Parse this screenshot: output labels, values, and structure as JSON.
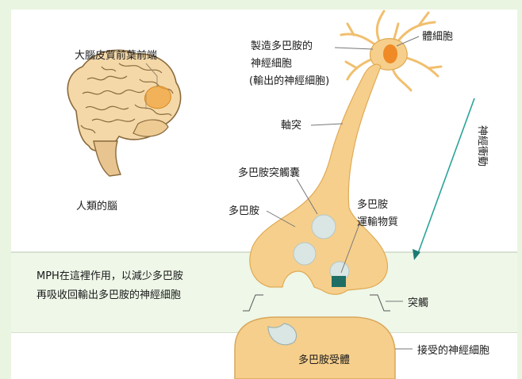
{
  "labels": {
    "prefrontal_cortex": "大腦皮質前葉前端",
    "human_brain": "人類的腦",
    "dopamine_neuron_line1": "製造多巴胺的",
    "dopamine_neuron_line2": "神經細胞",
    "dopamine_neuron_line3": "(輸出的神經細胞)",
    "cell_body": "體細胞",
    "axon": "軸突",
    "nerve_impulse": "神經衝動",
    "dopamine_vesicle": "多巴胺突觸囊",
    "dopamine": "多巴胺",
    "dopamine_transporter_line1": "多巴胺",
    "dopamine_transporter_line2": "運輸物質",
    "mph_note_line1": "MPH在這裡作用，以減少多巴胺",
    "mph_note_line2": "再吸收回輸出多巴胺的神經細胞",
    "synapse": "突觸",
    "dopamine_receptor": "多巴胺受體",
    "receiving_neuron": "接受的神經細胞"
  },
  "colors": {
    "background": "#e9f5e1",
    "panel": "#ffffff",
    "neuron_fill": "#f6cf8c",
    "neuron_stroke": "#d9a75c",
    "cell_nucleus": "#ef8a26",
    "vesicle_fill": "#d9e6e4",
    "highlight_area": "#f0a540",
    "transporter": "#1e6e66",
    "arrow": "#2aa39a",
    "brain_fill": "#f4d8a8",
    "brain_stroke": "#8a6a3c"
  }
}
